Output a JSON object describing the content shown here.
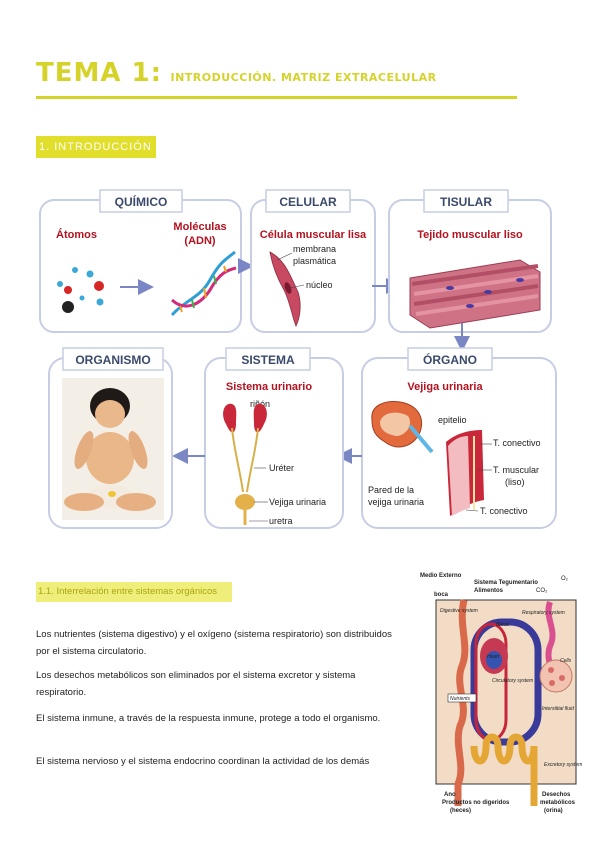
{
  "header": {
    "title_main": "TEMA 1:",
    "title_sub": "INTRODUCCIÓN. MATRIZ EXTRACELULAR",
    "accent_color": "#d5d32a"
  },
  "section": {
    "badge": "1. INTRODUCCIÓN"
  },
  "levels_diagram": {
    "quimico": {
      "title": "QUÍMICO",
      "atoms": "Átomos",
      "molecules": "Moléculas",
      "dna": "(ADN)"
    },
    "celular": {
      "title": "CELULAR",
      "cell": "Célula muscular lisa",
      "membrane1": "membrana",
      "membrane2": "plasmática",
      "nucleus": "núcleo"
    },
    "tisular": {
      "title": "TISULAR",
      "tissue": "Tejido muscular liso"
    },
    "organo": {
      "title": "ÓRGANO",
      "organ": "Vejiga urinaria",
      "epithelium": "epitelio",
      "conn1": "T. conectivo",
      "muscular1": "T. muscular",
      "muscular2": "(liso)",
      "conn2": "T. conectivo",
      "wall1": "Pared de la",
      "wall2": "vejiga urinaria"
    },
    "sistema": {
      "title": "SISTEMA",
      "system": "Sistema urinario",
      "kidney": "riñón",
      "ureter": "Uréter",
      "bladder": "Vejiga urinaria",
      "urethra": "uretra"
    },
    "organismo": {
      "title": "ORGANISMO"
    }
  },
  "subsection": {
    "badge": "1.1. Interrelación entre sistemas orgánicos"
  },
  "paragraphs": [
    "Los nutrientes (sistema digestivo) y el oxígeno (sistema respiratorio) son distribuidos por el sistema circulatorio.",
    "Los desechos metabólicos son eliminados por el sistema excretor y sistema respiratorio.",
    "El sistema inmune, a través de la respuesta inmune, protege a todo el organismo.",
    "El sistema nervioso y el sistema endocrino coordinan la actividad de los demás"
  ],
  "systems_figure": {
    "medio_externo": "Medio Externo",
    "tegumentario": "Sistema Tegumentario",
    "boca": "boca",
    "alimentos": "Alimentos",
    "o2": "O₂",
    "co2": "CO₂",
    "digestive": "Digestive system",
    "respiratory": "Respiratory system",
    "blood": "Blood",
    "heart": "Heart",
    "circulatory": "Circulatory system",
    "cells": "Cells",
    "nutrients": "Nutrients",
    "interstitial": "Interstitial fluid",
    "excretory": "Excretory system",
    "ano": "Ano",
    "no_digeridos": "Productos no digeridos",
    "heces": "(heces)",
    "desechos": "Desechos",
    "metabolicos": "metabólicos",
    "orina": "(orina)"
  }
}
